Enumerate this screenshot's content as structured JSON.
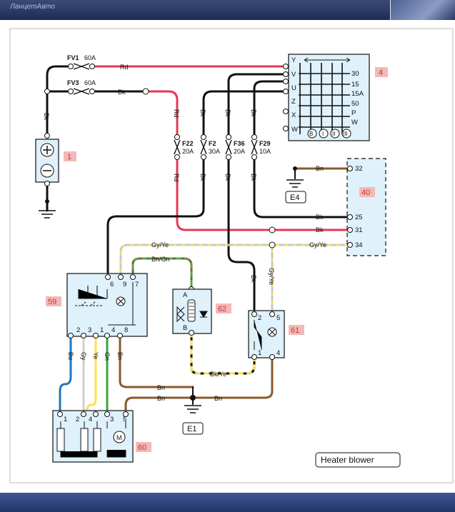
{
  "header": {
    "logo_text": "ЛанцетАвто"
  },
  "fuses": {
    "fv1": {
      "name": "FV1",
      "rating": "60A"
    },
    "fv3": {
      "name": "FV3",
      "rating": "60A"
    },
    "f22": {
      "name": "F22",
      "rating": "20A"
    },
    "f2": {
      "name": "F2",
      "rating": "30A"
    },
    "f36": {
      "name": "F36",
      "rating": "20A"
    },
    "f29": {
      "name": "F29",
      "rating": "10A"
    }
  },
  "wires": {
    "rd": "Rd",
    "bk": "Bk",
    "bn": "Bn",
    "gyye": "Gy/Ye",
    "bngn": "Bn/Gn",
    "bkye": "Bk/Ye",
    "bu": "Bu",
    "gy": "Gy",
    "ye": "Ye",
    "gn": "Gn"
  },
  "components": {
    "c1": "1",
    "c4": "4",
    "c40": "40",
    "c59": "59",
    "c60": "60",
    "c61": "61",
    "c62": "62"
  },
  "grounds": {
    "e1": "E1",
    "e4": "E4"
  },
  "switch4": {
    "left_pins": [
      "Y",
      "V",
      "U",
      "Z",
      "X",
      "W"
    ],
    "right_pins": [
      "30",
      "15",
      "15A",
      "50",
      "P",
      "W"
    ],
    "positions": [
      "B",
      "I",
      "II",
      "III"
    ]
  },
  "module40_pins": [
    "32",
    "25",
    "31",
    "34"
  ],
  "module59_top_pins": [
    "6",
    "9",
    "7"
  ],
  "module59_bottom_pins": [
    "2",
    "3",
    "1",
    "4",
    "8"
  ],
  "relay61_pins": [
    "2",
    "5",
    "1",
    "4"
  ],
  "motor60_pins": [
    "1",
    "2",
    "4",
    "3",
    "5"
  ],
  "unit62_pins": [
    "A",
    "B"
  ],
  "motor_symbol": "M",
  "title_label": "Heater blower"
}
